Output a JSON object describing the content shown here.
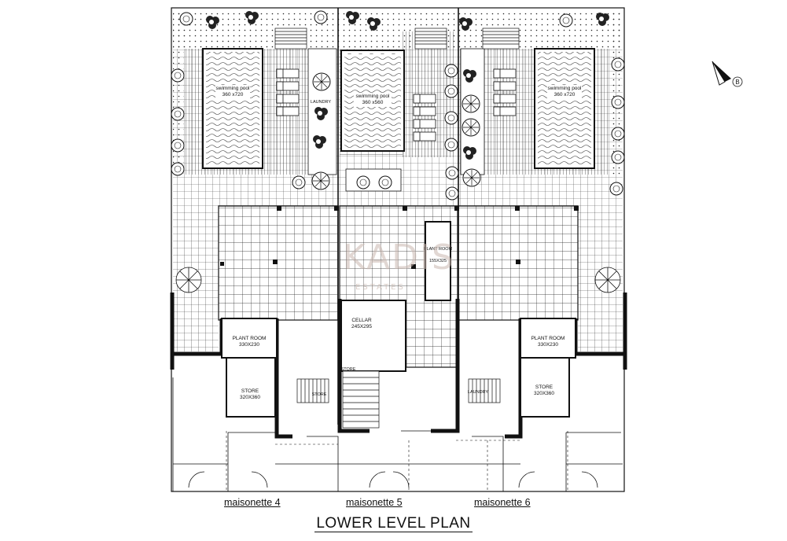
{
  "title": "LOWER LEVEL PLAN",
  "watermark": {
    "main": "KADIS",
    "sub": "ESTATES"
  },
  "units": [
    {
      "name": "maisonette 4",
      "pool": {
        "label": "swimming pool",
        "size": "360 x720"
      },
      "plant_room": {
        "label": "PLANT ROOM",
        "size": "330X230"
      },
      "store": {
        "label": "STORE",
        "size": "320X360"
      },
      "small_store": "STORE",
      "laundry": "LAUNDRY"
    },
    {
      "name": "maisonette 5",
      "pool": {
        "label": "swimming pool",
        "size": "360 x560"
      },
      "plant_room": {
        "label": "PLANT ROOM",
        "size": "155X325"
      },
      "cellar": {
        "label": "CELLAR",
        "size": "245X295"
      },
      "small_store": "STORE"
    },
    {
      "name": "maisonette 6",
      "pool": {
        "label": "swimming pool",
        "size": "360 x720"
      },
      "plant_room": {
        "label": "PLANT ROOM",
        "size": "330X230"
      },
      "store": {
        "label": "STORE",
        "size": "320X360"
      },
      "laundry": "LAUNDRY"
    }
  ],
  "north_arrow_letter": "B",
  "colors": {
    "line": "#111111",
    "watermark": "#c9b8b0"
  }
}
